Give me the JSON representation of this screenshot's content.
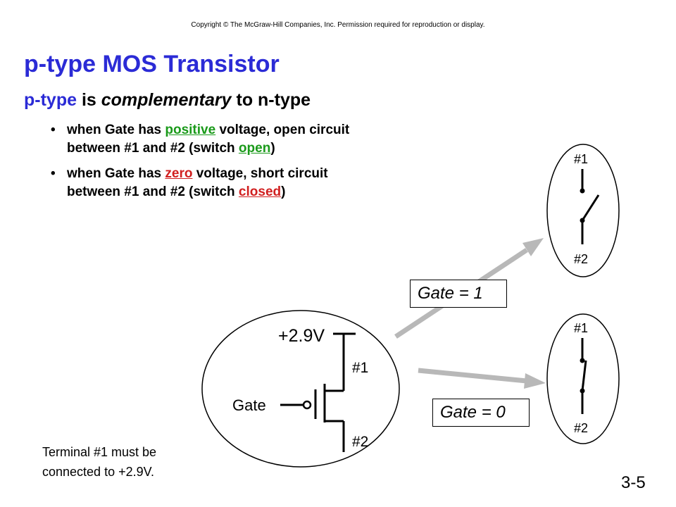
{
  "copyright": "Copyright © The McGraw-Hill Companies, Inc. Permission required for reproduction or display.",
  "title": "p-type MOS Transistor",
  "subtitle": {
    "part1": "p-type",
    "part2": " is ",
    "part3": "complementary",
    "part4": " to n-type"
  },
  "bullets": [
    {
      "pre": "when Gate has ",
      "keyword": "positive",
      "mid": " voltage, open circuit between #1 and #2 (switch ",
      "state": "open",
      "post": ")"
    },
    {
      "pre": "when Gate has ",
      "keyword": "zero",
      "mid": " voltage, short circuit between #1 and #2 (switch ",
      "state": "closed",
      "post": ")"
    }
  ],
  "diagram": {
    "supply_label": "+2.9V",
    "gate_label": "Gate",
    "terminal1": "#1",
    "terminal2": "#2",
    "gate_high": "Gate = 1",
    "gate_low": "Gate = 0"
  },
  "note": {
    "line1": "Terminal #1 must be",
    "line2": "connected to +2.9V."
  },
  "page_number": "3-5",
  "colors": {
    "title": "#2b2bd6",
    "green": "#1a9a1a",
    "red": "#d12020",
    "arrow": "#b8b8b8"
  }
}
